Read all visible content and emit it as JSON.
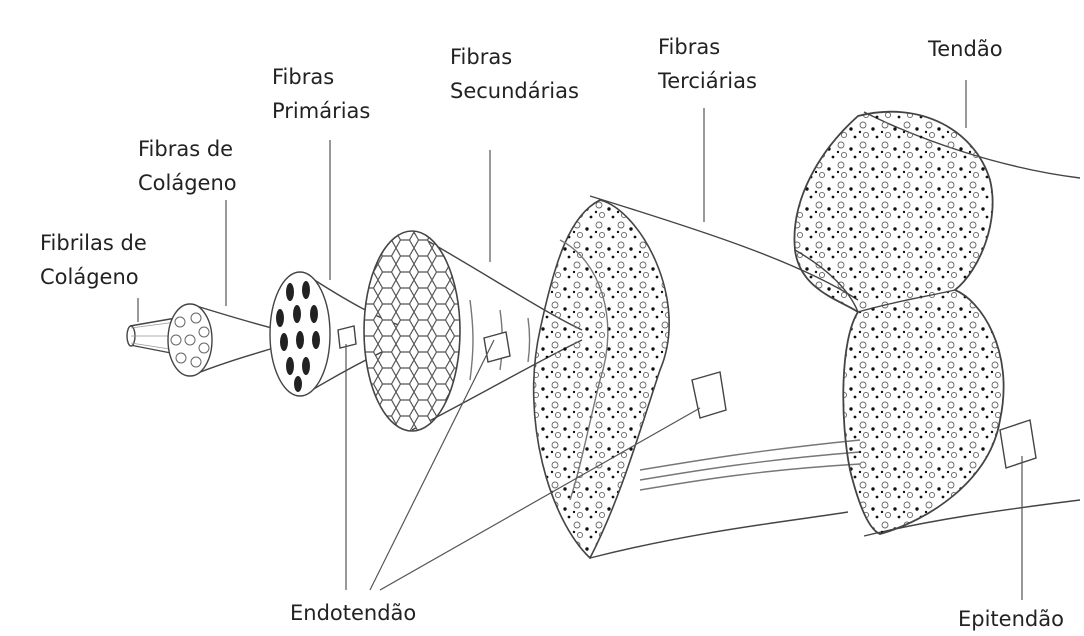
{
  "labels": {
    "fibrilas": [
      "Fibrilas de",
      "Colágeno"
    ],
    "fibras_colageno": [
      "Fibras de",
      "Colágeno"
    ],
    "fibras_primarias": [
      "Fibras",
      "Primárias"
    ],
    "fibras_secundarias": [
      "Fibras",
      "Secundárias"
    ],
    "fibras_terciarias": [
      "Fibras",
      "Terciárias"
    ],
    "tendao": "Tendão",
    "endotendao": "Endotendão",
    "epitendao": "Epitendão"
  },
  "colors": {
    "line": "#444444",
    "text": "#222222",
    "dot": "#111111"
  }
}
